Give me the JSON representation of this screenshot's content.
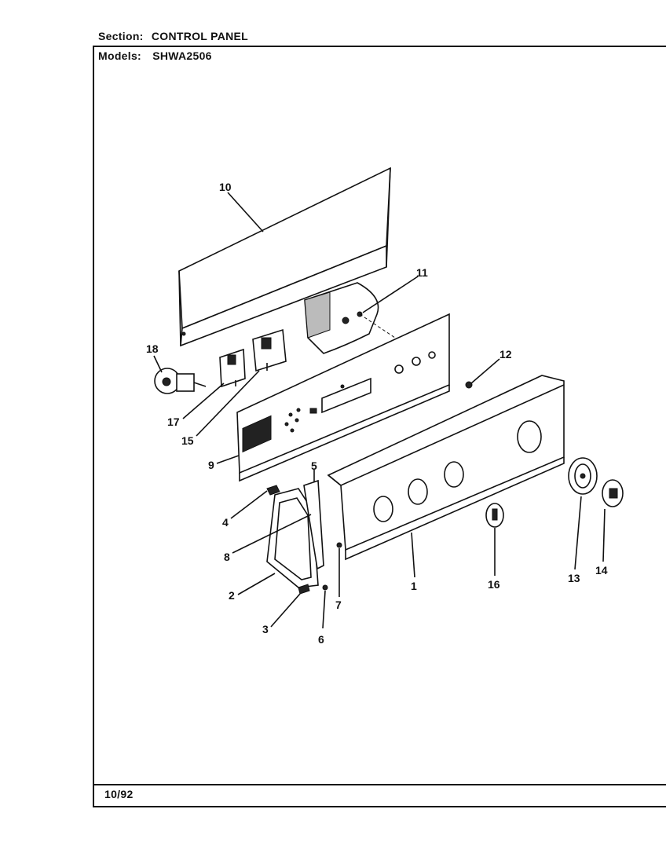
{
  "header": {
    "section_label": "Section:",
    "section_value": "CONTROL PANEL",
    "models_label": "Models:",
    "models_value": "SHWA2506"
  },
  "footer": {
    "date": "10/92"
  },
  "callouts": [
    "1",
    "2",
    "3",
    "4",
    "5",
    "6",
    "7",
    "8",
    "9",
    "10",
    "11",
    "12",
    "13",
    "14",
    "15",
    "16",
    "17",
    "18"
  ]
}
